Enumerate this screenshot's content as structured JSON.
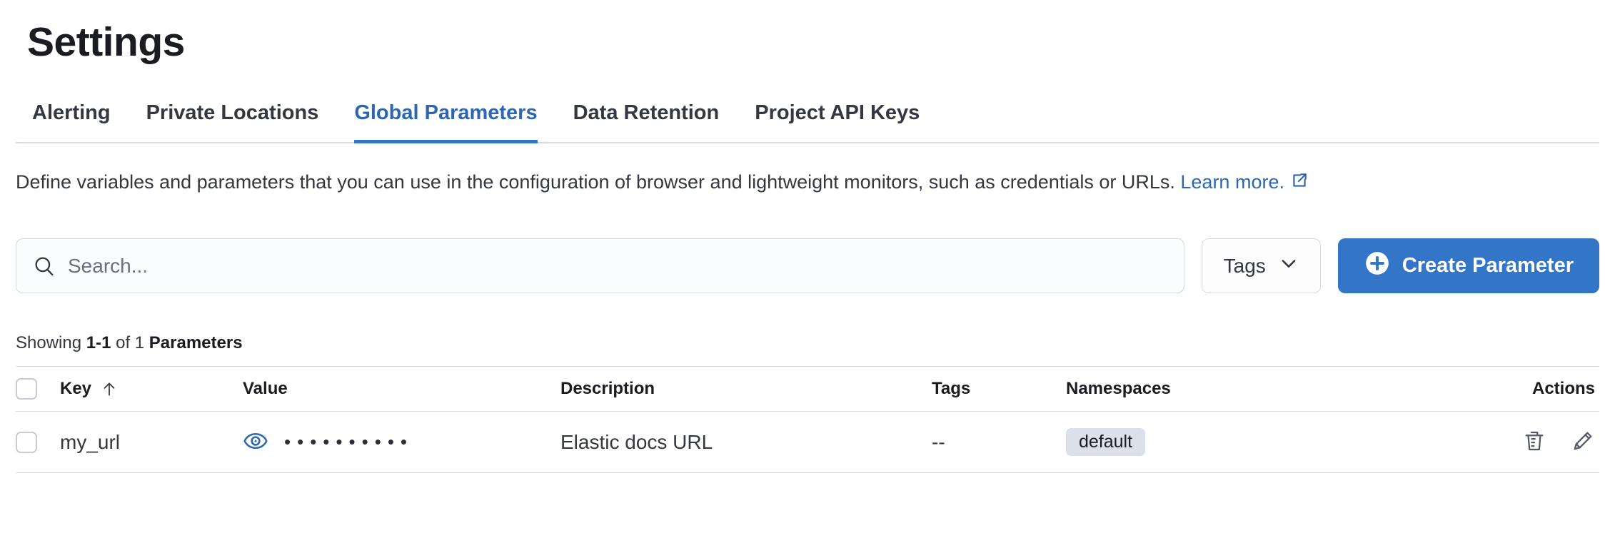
{
  "page": {
    "title": "Settings"
  },
  "tabs": [
    {
      "label": "Alerting",
      "active": false
    },
    {
      "label": "Private Locations",
      "active": false
    },
    {
      "label": "Global Parameters",
      "active": true
    },
    {
      "label": "Data Retention",
      "active": false
    },
    {
      "label": "Project API Keys",
      "active": false
    }
  ],
  "description": {
    "text": "Define variables and parameters that you can use in the configuration of browser and lightweight monitors, such as credentials or URLs.",
    "link_label": "Learn more.",
    "link_icon": "external-link"
  },
  "toolbar": {
    "search_placeholder": "Search...",
    "tags_button_label": "Tags",
    "create_button_label": "Create Parameter"
  },
  "summary": {
    "showing": "Showing",
    "range": "1-1",
    "of": "of 1",
    "entity": "Parameters"
  },
  "table": {
    "headers": {
      "key": "Key",
      "value": "Value",
      "description": "Description",
      "tags": "Tags",
      "namespaces": "Namespaces",
      "actions": "Actions"
    },
    "sort": {
      "column": "Key",
      "direction": "ascending"
    },
    "rows": [
      {
        "key": "my_url",
        "value_masked": "••••••••••",
        "description": "Elastic docs URL",
        "tags": "--",
        "namespace": "default"
      }
    ]
  },
  "colors": {
    "primary_button": "#3375c6",
    "link": "#2e66b1",
    "active_tab": "#2e66b1",
    "border": "#d3dae6",
    "badge_bg": "#dbe0ea",
    "text": "#343741",
    "heading": "#1a1c21",
    "muted": "#69707d"
  }
}
